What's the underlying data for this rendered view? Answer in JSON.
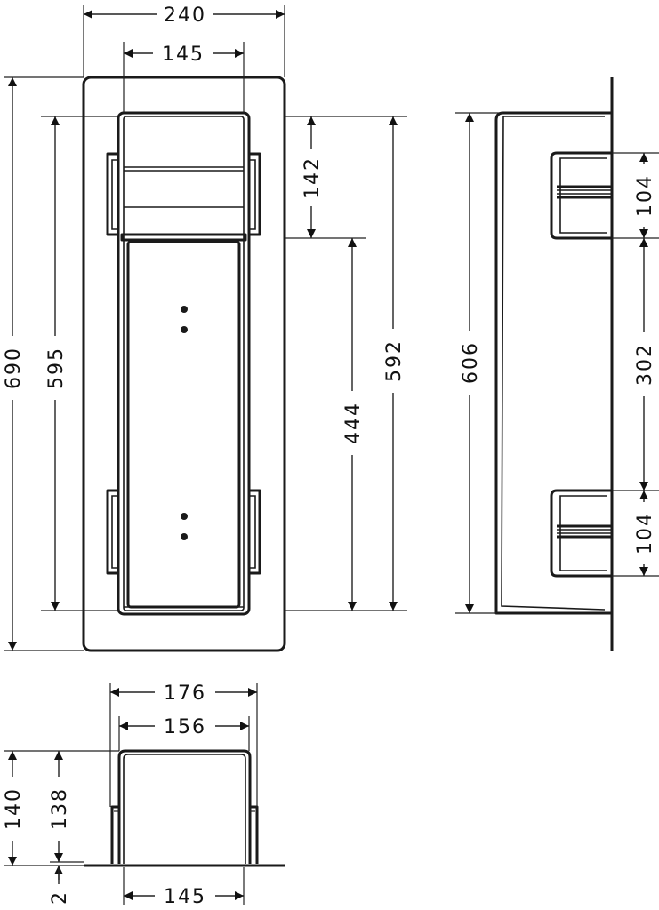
{
  "front_view": {
    "dims": {
      "overall_width": "240",
      "inner_width": "145",
      "overall_height": "690",
      "inner_height": "595",
      "top_compartment": "142",
      "lower_compartment": "444",
      "total_depth_span": "592"
    }
  },
  "side_view": {
    "dims": {
      "height": "606",
      "top_bracket": "104",
      "bracket_spacing": "302",
      "bottom_bracket": "104"
    }
  },
  "top_view": {
    "dims": {
      "outer_width": "176",
      "inner_width": "156",
      "total_height": "140",
      "body_height": "138",
      "flange": "2",
      "base_width": "145"
    }
  }
}
